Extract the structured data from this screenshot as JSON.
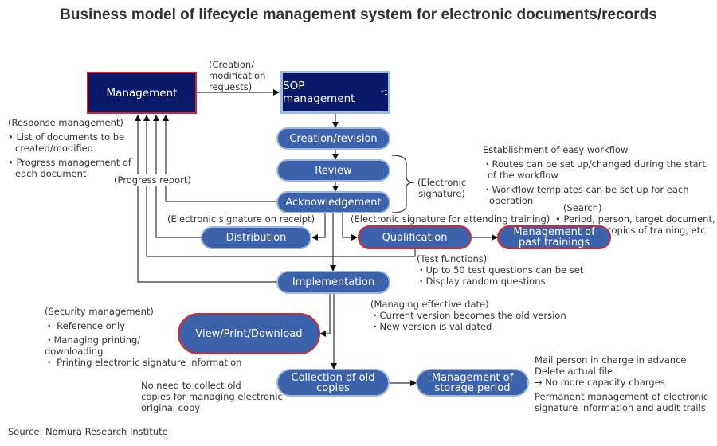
{
  "title": "Business model of lifecycle management system for electronic documents/records",
  "source": "Source: Nomura Research Institute",
  "colors": {
    "box_fill": "#0a1a6b",
    "pill_fill": "#3c62ac",
    "red_border": "#d9262b",
    "light_border": "#9dbbe3"
  },
  "nodes": {
    "management": "Management",
    "sop": "SOP management",
    "sop_footnote": "*1",
    "creation": "Creation/revision",
    "review": "Review",
    "acknowledgement": "Acknowledgement",
    "distribution": "Distribution",
    "qualification": "Qualification",
    "past_trainings_1": "Management of",
    "past_trainings_2": "past trainings",
    "implementation": "Implementation",
    "view": "View/Print/Download",
    "collection_1": "Collection of old",
    "collection_2": "copies",
    "storage_1": "Management of",
    "storage_2": "storage period"
  },
  "labels": {
    "requests": [
      "(Creation/",
      "modification",
      "requests)"
    ],
    "response_title": "(Response management)",
    "response_items": [
      "• List of documents to be",
      "  created/modified",
      "• Progress management of",
      "  each document"
    ],
    "progress_report": "(Progress report)",
    "esig_1": "(Electronic",
    "esig_2": "signature)",
    "esig_receipt": "(Electronic signature on receipt)",
    "esig_training": "(Electronic signature for attending training)",
    "workflow_title": "Establishment of easy workflow",
    "workflow_items": [
      "・Routes can be set up/changed during the start",
      "  of the workflow",
      "・Workflow templates can be set up for each",
      "   operation"
    ],
    "search_title": "(Search)",
    "search_items": [
      "• Period, person, target document,",
      "   topics of training, etc."
    ],
    "test_title": "(Test functions)",
    "test_items": [
      "・Up to 50 test questions can be set",
      "・Display random questions"
    ],
    "effective_title": "(Managing effective date)",
    "effective_items": [
      "・Current version becomes the old version",
      "・New version is validated"
    ],
    "security_title": "(Security management)",
    "security_items": [
      "・ Reference only",
      "・Managing printing/",
      "   downloading",
      "・ Printing electronic signature information"
    ],
    "no_need": [
      "No need to collect old",
      "copies for managing electronic",
      "original copy"
    ],
    "storage_notes": [
      "Mail person in charge in advance",
      "Delete actual file",
      "→ No more capacity charges",
      "Permanent management of electronic",
      "signature information and audit trails"
    ]
  }
}
